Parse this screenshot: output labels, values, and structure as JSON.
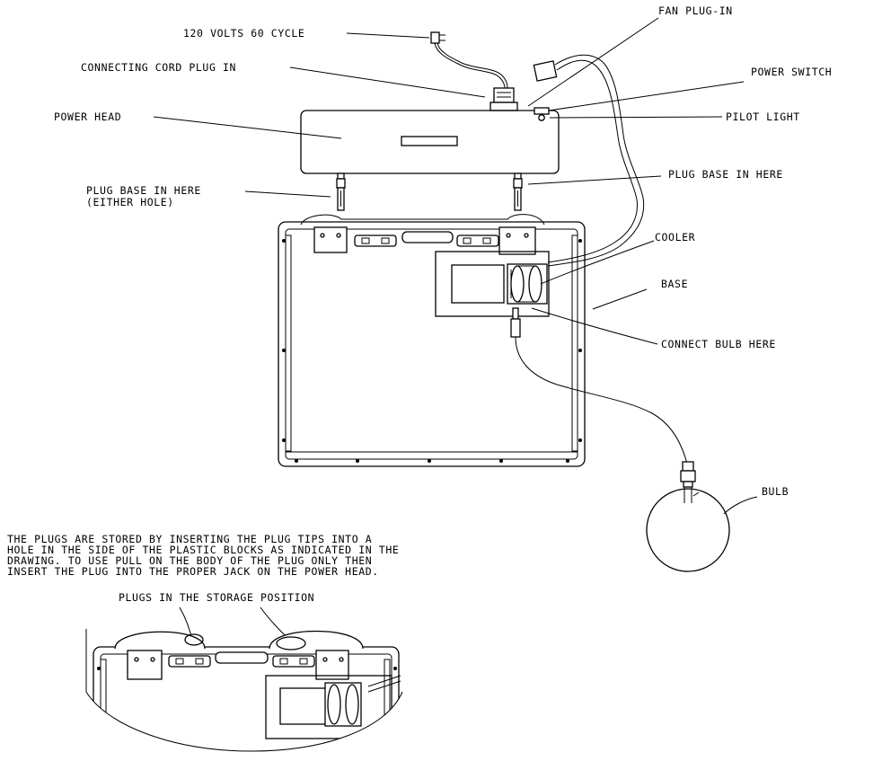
{
  "labels": {
    "power_source": "120 VOLTS 60 CYCLE",
    "connecting_cord": "CONNECTING CORD PLUG IN",
    "power_head": "POWER HEAD",
    "fan_plug_in": "FAN PLUG-IN",
    "power_switch": "POWER SWITCH",
    "pilot_light": "PILOT LIGHT",
    "plug_base_right": "PLUG BASE IN HERE",
    "plug_base_left_1": "PLUG BASE IN HERE",
    "plug_base_left_2": "(EITHER HOLE)",
    "cooler": "COOLER",
    "base": "BASE",
    "connect_bulb": "CONNECT BULB HERE",
    "bulb": "BULB",
    "storage_title": "PLUGS IN THE STORAGE POSITION"
  },
  "note": {
    "line1": "THE PLUGS ARE STORED BY INSERTING THE PLUG TIPS INTO A",
    "line2": "HOLE IN THE SIDE OF THE PLASTIC BLOCKS AS INDICATED IN THE",
    "line3": "DRAWING. TO USE PULL ON THE BODY OF THE PLUG ONLY THEN",
    "line4": "INSERT THE PLUG INTO THE PROPER JACK ON THE POWER HEAD."
  }
}
